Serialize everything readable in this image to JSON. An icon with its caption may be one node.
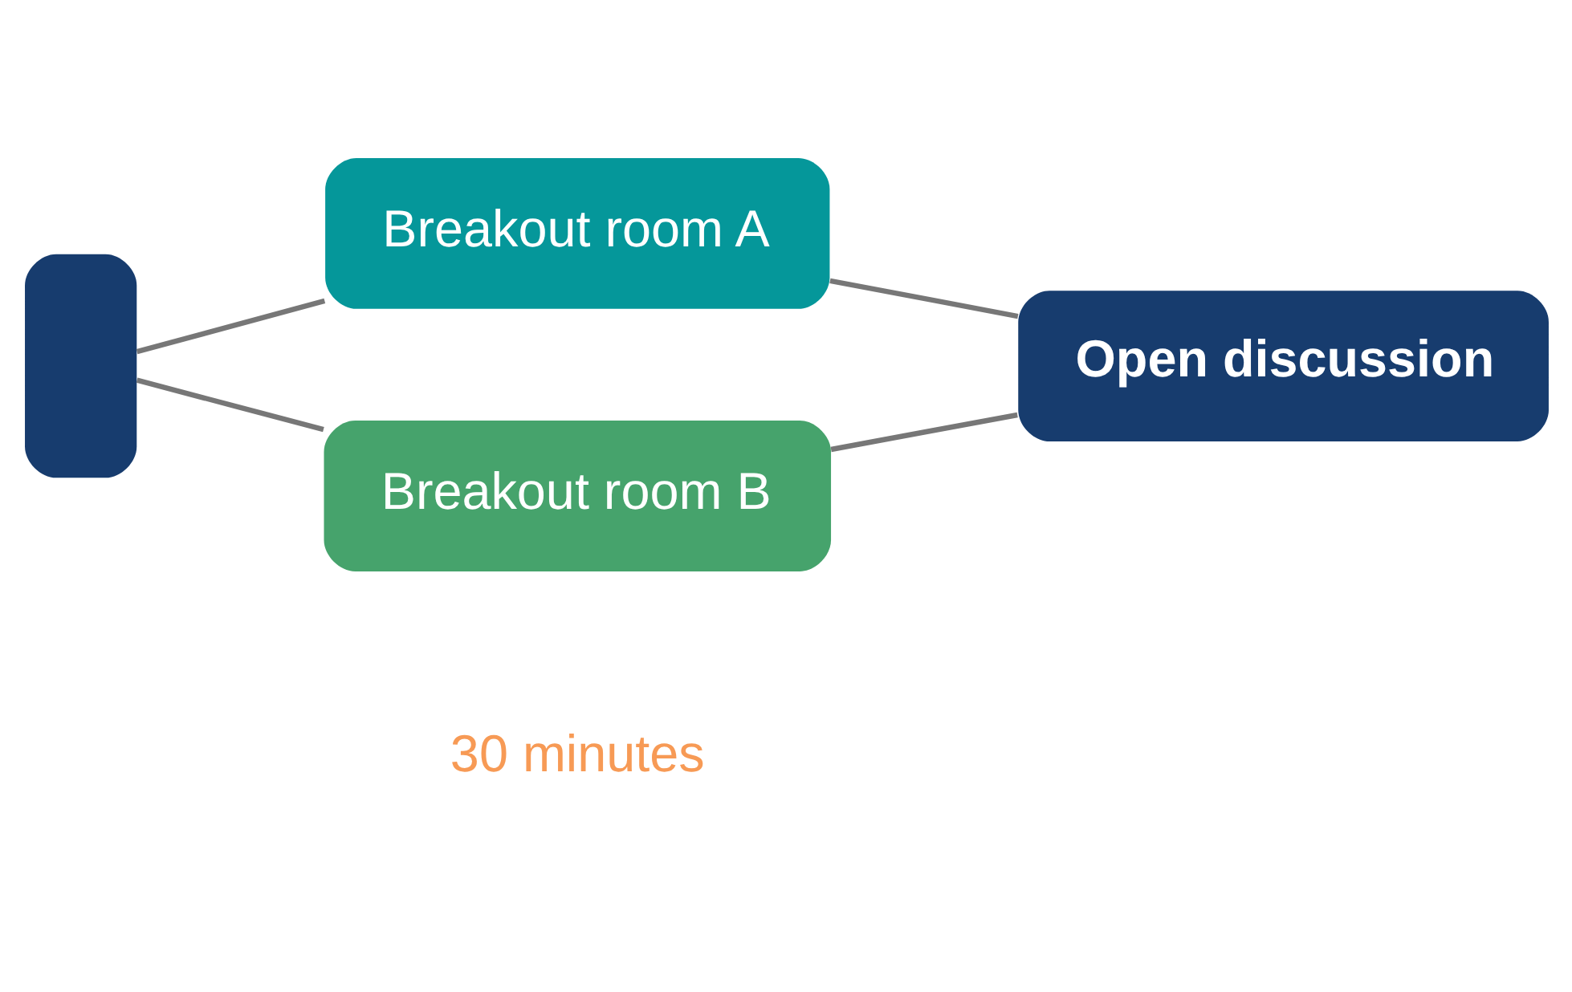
{
  "diagram": {
    "nodes": [
      {
        "text": [],
        "shape": "box"
      },
      {
        "text": [
          "Breakout room A"
        ]
      },
      {
        "text": [
          "Breakout room B"
        ]
      },
      {
        "text": [
          "Open discussion"
        ]
      }
    ],
    "edges": [
      {
        "from": 0,
        "to": 1,
        "arrow": "none"
      },
      {
        "from": 0,
        "to": 2,
        "arrow": "none"
      },
      {
        "from": 1,
        "to": 3,
        "arrow": "none"
      },
      {
        "from": 2,
        "to": 3,
        "arrow": "none"
      }
    ],
    "labels": [
      "30 minutes"
    ]
  }
}
